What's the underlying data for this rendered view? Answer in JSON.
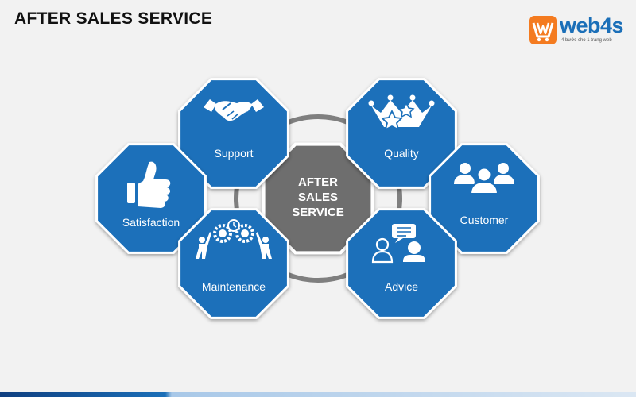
{
  "header": {
    "title": "AFTER SALES SERVICE"
  },
  "logo": {
    "name": "web4s",
    "tagline": "4 bước cho 1 trang web"
  },
  "center": {
    "lines": [
      "AFTER",
      "SALES",
      "SERVICE"
    ]
  },
  "nodes": [
    {
      "label": "Support",
      "icon": "handshake-icon"
    },
    {
      "label": "Quality",
      "icon": "crown-icon"
    },
    {
      "label": "Satisfaction",
      "icon": "thumbs-up-icon"
    },
    {
      "label": "Customer",
      "icon": "people-icon"
    },
    {
      "label": "Maintenance",
      "icon": "gears-icon"
    },
    {
      "label": "Advice",
      "icon": "advice-icon"
    }
  ],
  "colors": {
    "node": "#1a6fba",
    "node_border": "#ffffff",
    "center": "#6e6e6e",
    "ring": "#7f7f7f",
    "logo_mark": "#f47b20",
    "logo_text": "#1b6fb8"
  }
}
